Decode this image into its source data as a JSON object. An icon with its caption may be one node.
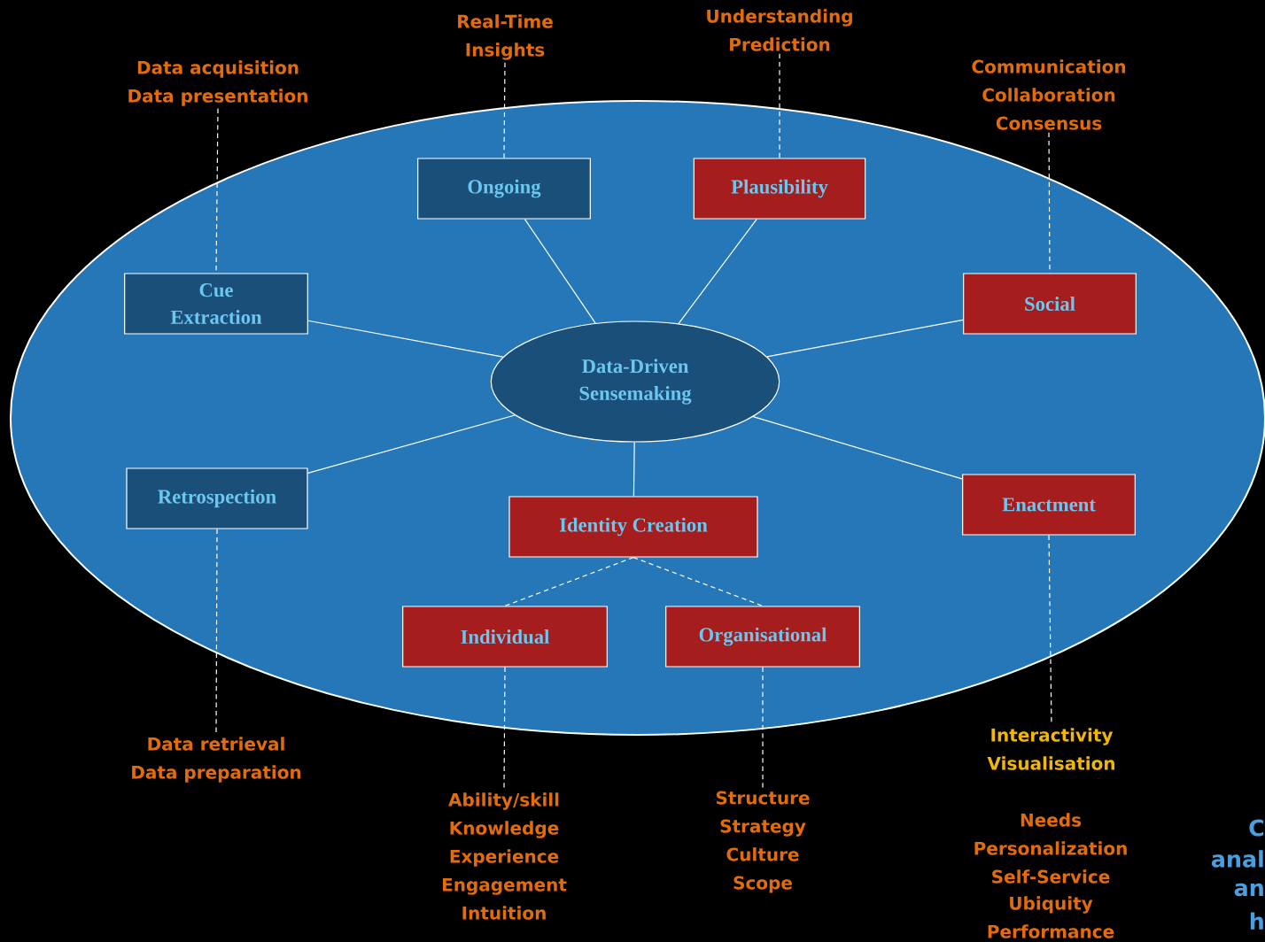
{
  "diagram": {
    "nodes": [
      {
        "text": [
          "Data-Driven",
          "Sensemaking"
        ]
      },
      {
        "text": [
          "Ongoing"
        ]
      },
      {
        "text": [
          "Plausibility"
        ]
      },
      {
        "text": [
          "Cue",
          "Extraction"
        ]
      },
      {
        "text": [
          "Social"
        ]
      },
      {
        "text": [
          "Retrospection"
        ]
      },
      {
        "text": [
          "Identity Creation"
        ]
      },
      {
        "text": [
          "Enactment"
        ]
      },
      {
        "text": [
          "Individual"
        ]
      },
      {
        "text": [
          "Organisational"
        ]
      },
      {
        "text": [
          "Real-Time",
          "Insights"
        ]
      },
      {
        "text": [
          "Understanding",
          "Prediction"
        ]
      },
      {
        "text": [
          "Data acquisition",
          "Data presentation"
        ]
      },
      {
        "text": [
          "Communication",
          "Collaboration",
          "Consensus"
        ]
      },
      {
        "text": [
          "Data retrieval",
          "Data preparation"
        ]
      },
      {
        "text": [
          "Ability/skill",
          "Knowledge",
          "Experience",
          "Engagement",
          "Intuition"
        ]
      },
      {
        "text": [
          "Structure",
          "Strategy",
          "Culture",
          "Scope"
        ]
      },
      {
        "text": [
          "Interactivity",
          "Visualisation"
        ]
      }
    ],
    "edges": [
      {
        "from": 0,
        "to": 1,
        "arrow": "none"
      },
      {
        "from": 0,
        "to": 2,
        "arrow": "none"
      },
      {
        "from": 0,
        "to": 3,
        "arrow": "none"
      },
      {
        "from": 0,
        "to": 4,
        "arrow": "none"
      },
      {
        "from": 0,
        "to": 5,
        "arrow": "none"
      },
      {
        "from": 0,
        "to": 6,
        "arrow": "none"
      },
      {
        "from": 0,
        "to": 7,
        "arrow": "none"
      },
      {
        "from": 6,
        "to": 8,
        "arrow": "none",
        "style": "dashed"
      },
      {
        "from": 6,
        "to": 9,
        "arrow": "none",
        "style": "dashed"
      },
      {
        "from": 10,
        "to": 1,
        "arrow": "none",
        "style": "dashed"
      },
      {
        "from": 11,
        "to": 2,
        "arrow": "none",
        "style": "dashed"
      },
      {
        "from": 12,
        "to": 3,
        "arrow": "none",
        "style": "dashed"
      },
      {
        "from": 13,
        "to": 4,
        "arrow": "none",
        "style": "dashed"
      },
      {
        "from": 5,
        "to": 14,
        "arrow": "none",
        "style": "dashed"
      },
      {
        "from": 8,
        "to": 15,
        "arrow": "none",
        "style": "dashed"
      },
      {
        "from": 9,
        "to": 16,
        "arrow": "none",
        "style": "dashed"
      },
      {
        "from": 7,
        "to": 17,
        "arrow": "none",
        "style": "dashed"
      }
    ],
    "labels": [
      "Needs",
      "Personalization",
      "Self-Service",
      "Ubiquity",
      "Performance",
      "C",
      "anal",
      "an",
      "h"
    ]
  }
}
